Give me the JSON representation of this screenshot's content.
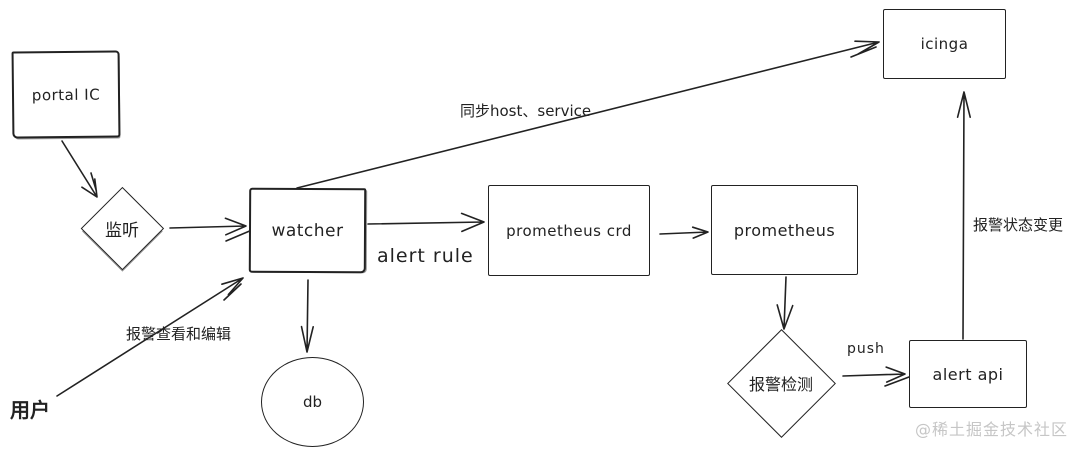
{
  "diagram": {
    "nodes": {
      "portal_ic": {
        "label": "portal IC",
        "shape": "rect"
      },
      "listen": {
        "label": "监听",
        "shape": "diamond"
      },
      "watcher": {
        "label": "watcher",
        "shape": "rect"
      },
      "prometheus_crd": {
        "label": "prometheus crd",
        "shape": "rect"
      },
      "prometheus": {
        "label": "prometheus",
        "shape": "rect"
      },
      "icinga": {
        "label": "icinga",
        "shape": "rect"
      },
      "db": {
        "label": "db",
        "shape": "ellipse"
      },
      "alert_detect": {
        "label": "报警检测",
        "shape": "diamond"
      },
      "alert_api": {
        "label": "alert api",
        "shape": "rect"
      }
    },
    "edge_labels": {
      "sync_host_service": "同步host、service",
      "alert_rule": "alert rule",
      "user_view_edit": "报警查看和编辑",
      "push": "push",
      "alert_status_change": "报警状态变更"
    },
    "edges": [
      {
        "from": "portal_ic",
        "to": "listen"
      },
      {
        "from": "listen",
        "to": "watcher"
      },
      {
        "from": "用户",
        "to": "watcher",
        "label": "报警查看和编辑"
      },
      {
        "from": "watcher",
        "to": "db"
      },
      {
        "from": "watcher",
        "to": "prometheus_crd",
        "label": "alert rule"
      },
      {
        "from": "watcher",
        "to": "icinga",
        "label": "同步host、service"
      },
      {
        "from": "prometheus_crd",
        "to": "prometheus"
      },
      {
        "from": "prometheus",
        "to": "alert_detect"
      },
      {
        "from": "alert_detect",
        "to": "alert_api",
        "label": "push"
      },
      {
        "from": "alert_api",
        "to": "icinga",
        "label": "报警状态变更"
      }
    ],
    "actors": {
      "user": "用户"
    },
    "watermark": "@稀土掘金技术社区",
    "colors": {
      "stroke": "#222222",
      "background": "#ffffff",
      "watermark": "#c6c6c6"
    }
  }
}
